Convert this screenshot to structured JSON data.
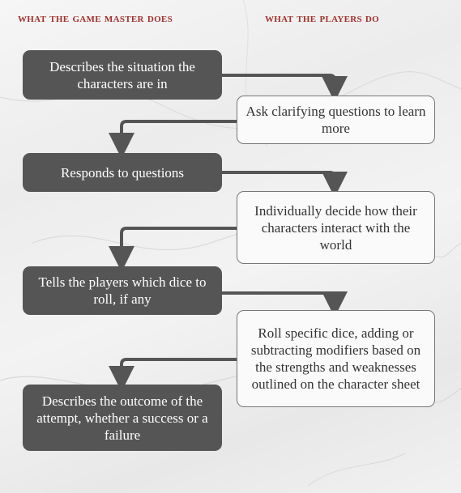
{
  "headers": {
    "game_master": "What the game master does",
    "players": "What the players do"
  },
  "colors": {
    "header": "#a0312c",
    "gm_box": "#555555",
    "player_box_border": "#777777",
    "arrow": "#555555"
  },
  "gm_steps": [
    "Describes the situation the characters are in",
    "Responds to questions",
    "Tells the players which dice to roll, if any",
    "Describes the outcome of the attempt, whether a success or a failure"
  ],
  "player_steps": [
    "Ask clarifying questions to learn more",
    "Individually decide how their characters interact with the world",
    "Roll specific dice, adding or subtracting modifiers based on the strengths and weaknesses outlined on the character sheet"
  ]
}
